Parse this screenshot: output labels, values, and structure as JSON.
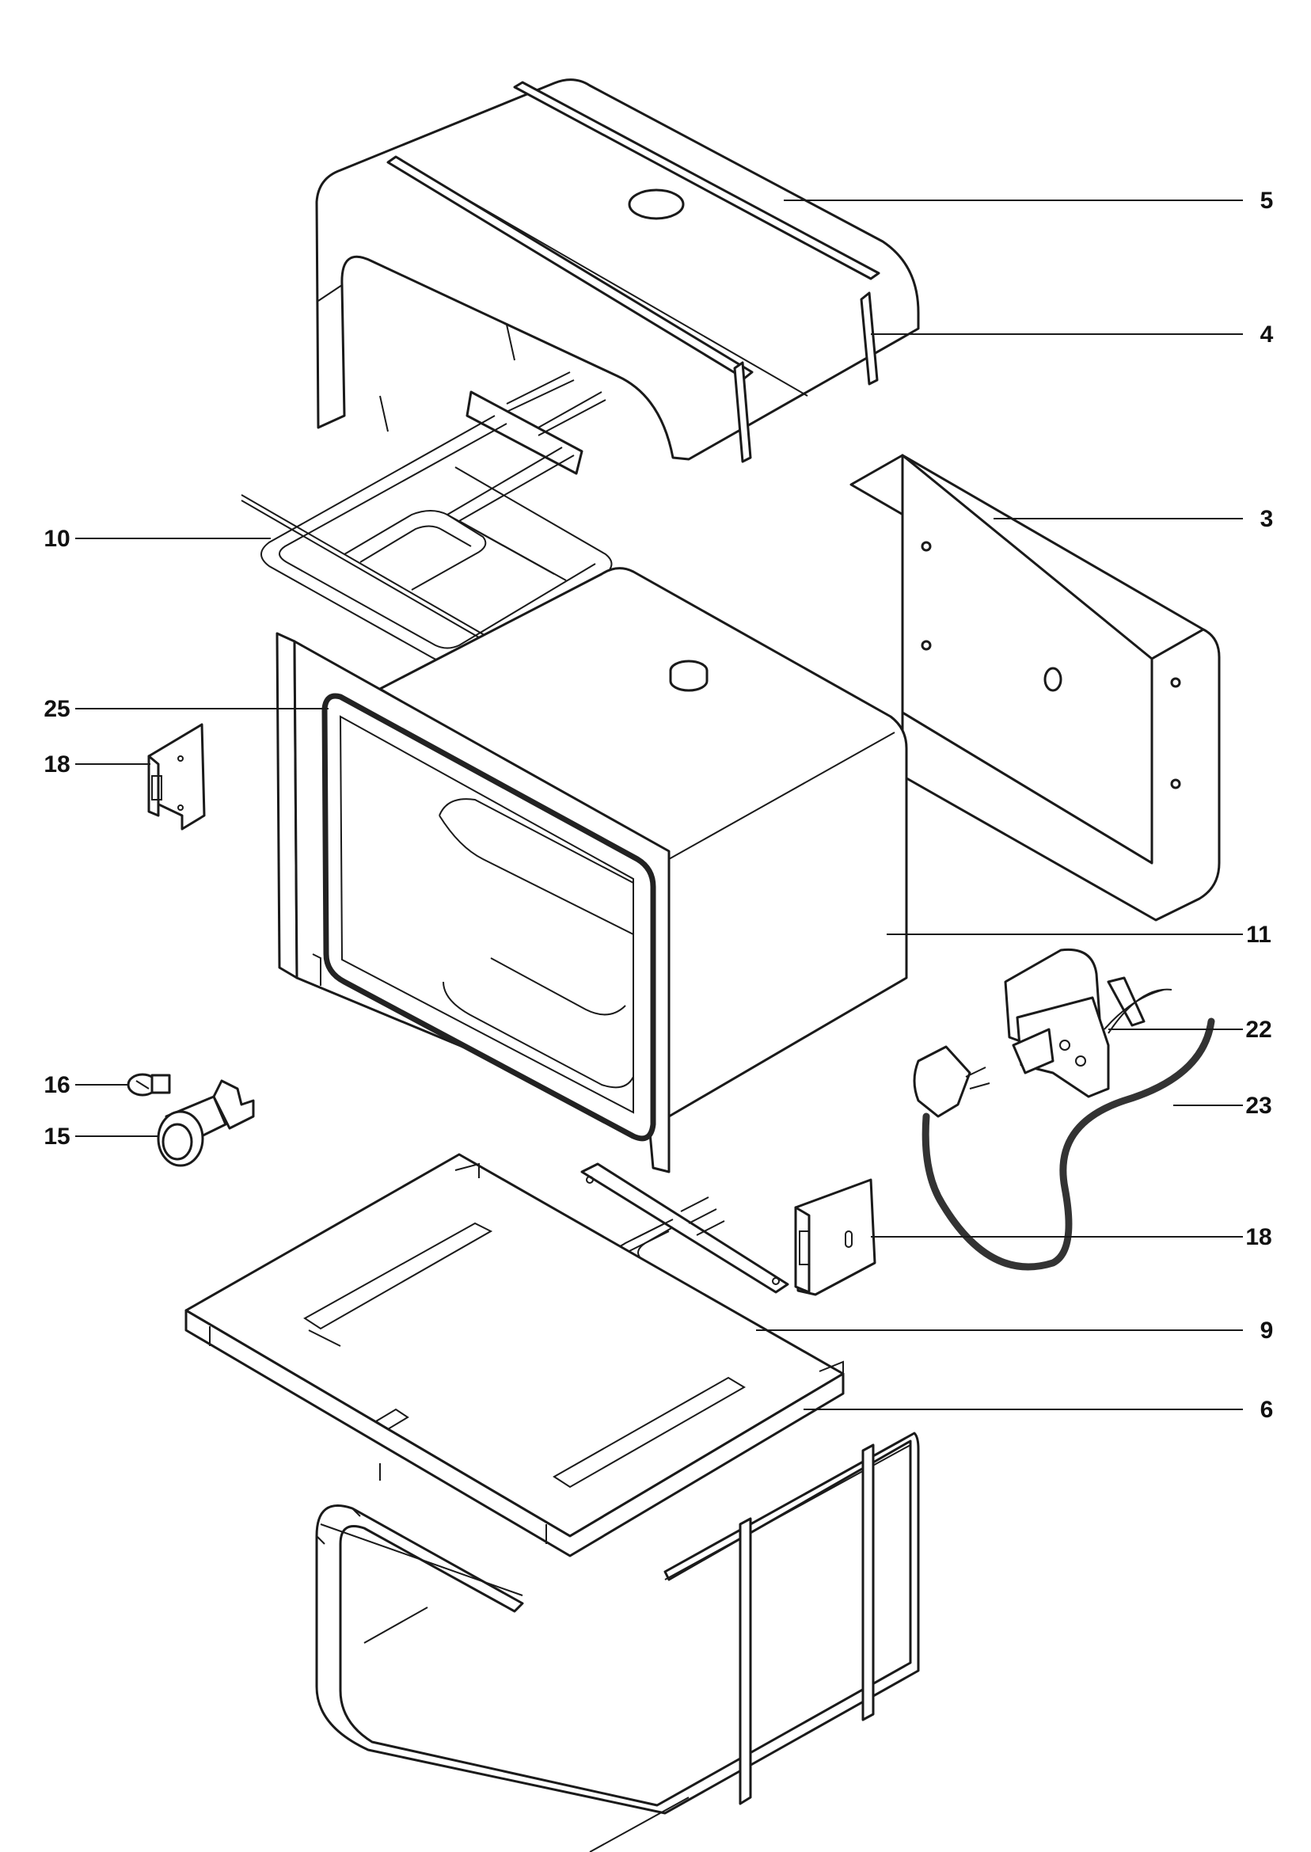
{
  "colors": {
    "ink": "#1a1a1a",
    "background": "#ffffff",
    "strap": "#cfcfcf",
    "gasket": "#222222"
  },
  "callouts": {
    "c5": "5",
    "c4": "4",
    "c3": "3",
    "c10": "10",
    "c25": "25",
    "c18_left": "18",
    "c11": "11",
    "c22": "22",
    "c23": "23",
    "c16": "16",
    "c15": "15",
    "c18_right": "18",
    "c9": "9",
    "c6": "6"
  }
}
